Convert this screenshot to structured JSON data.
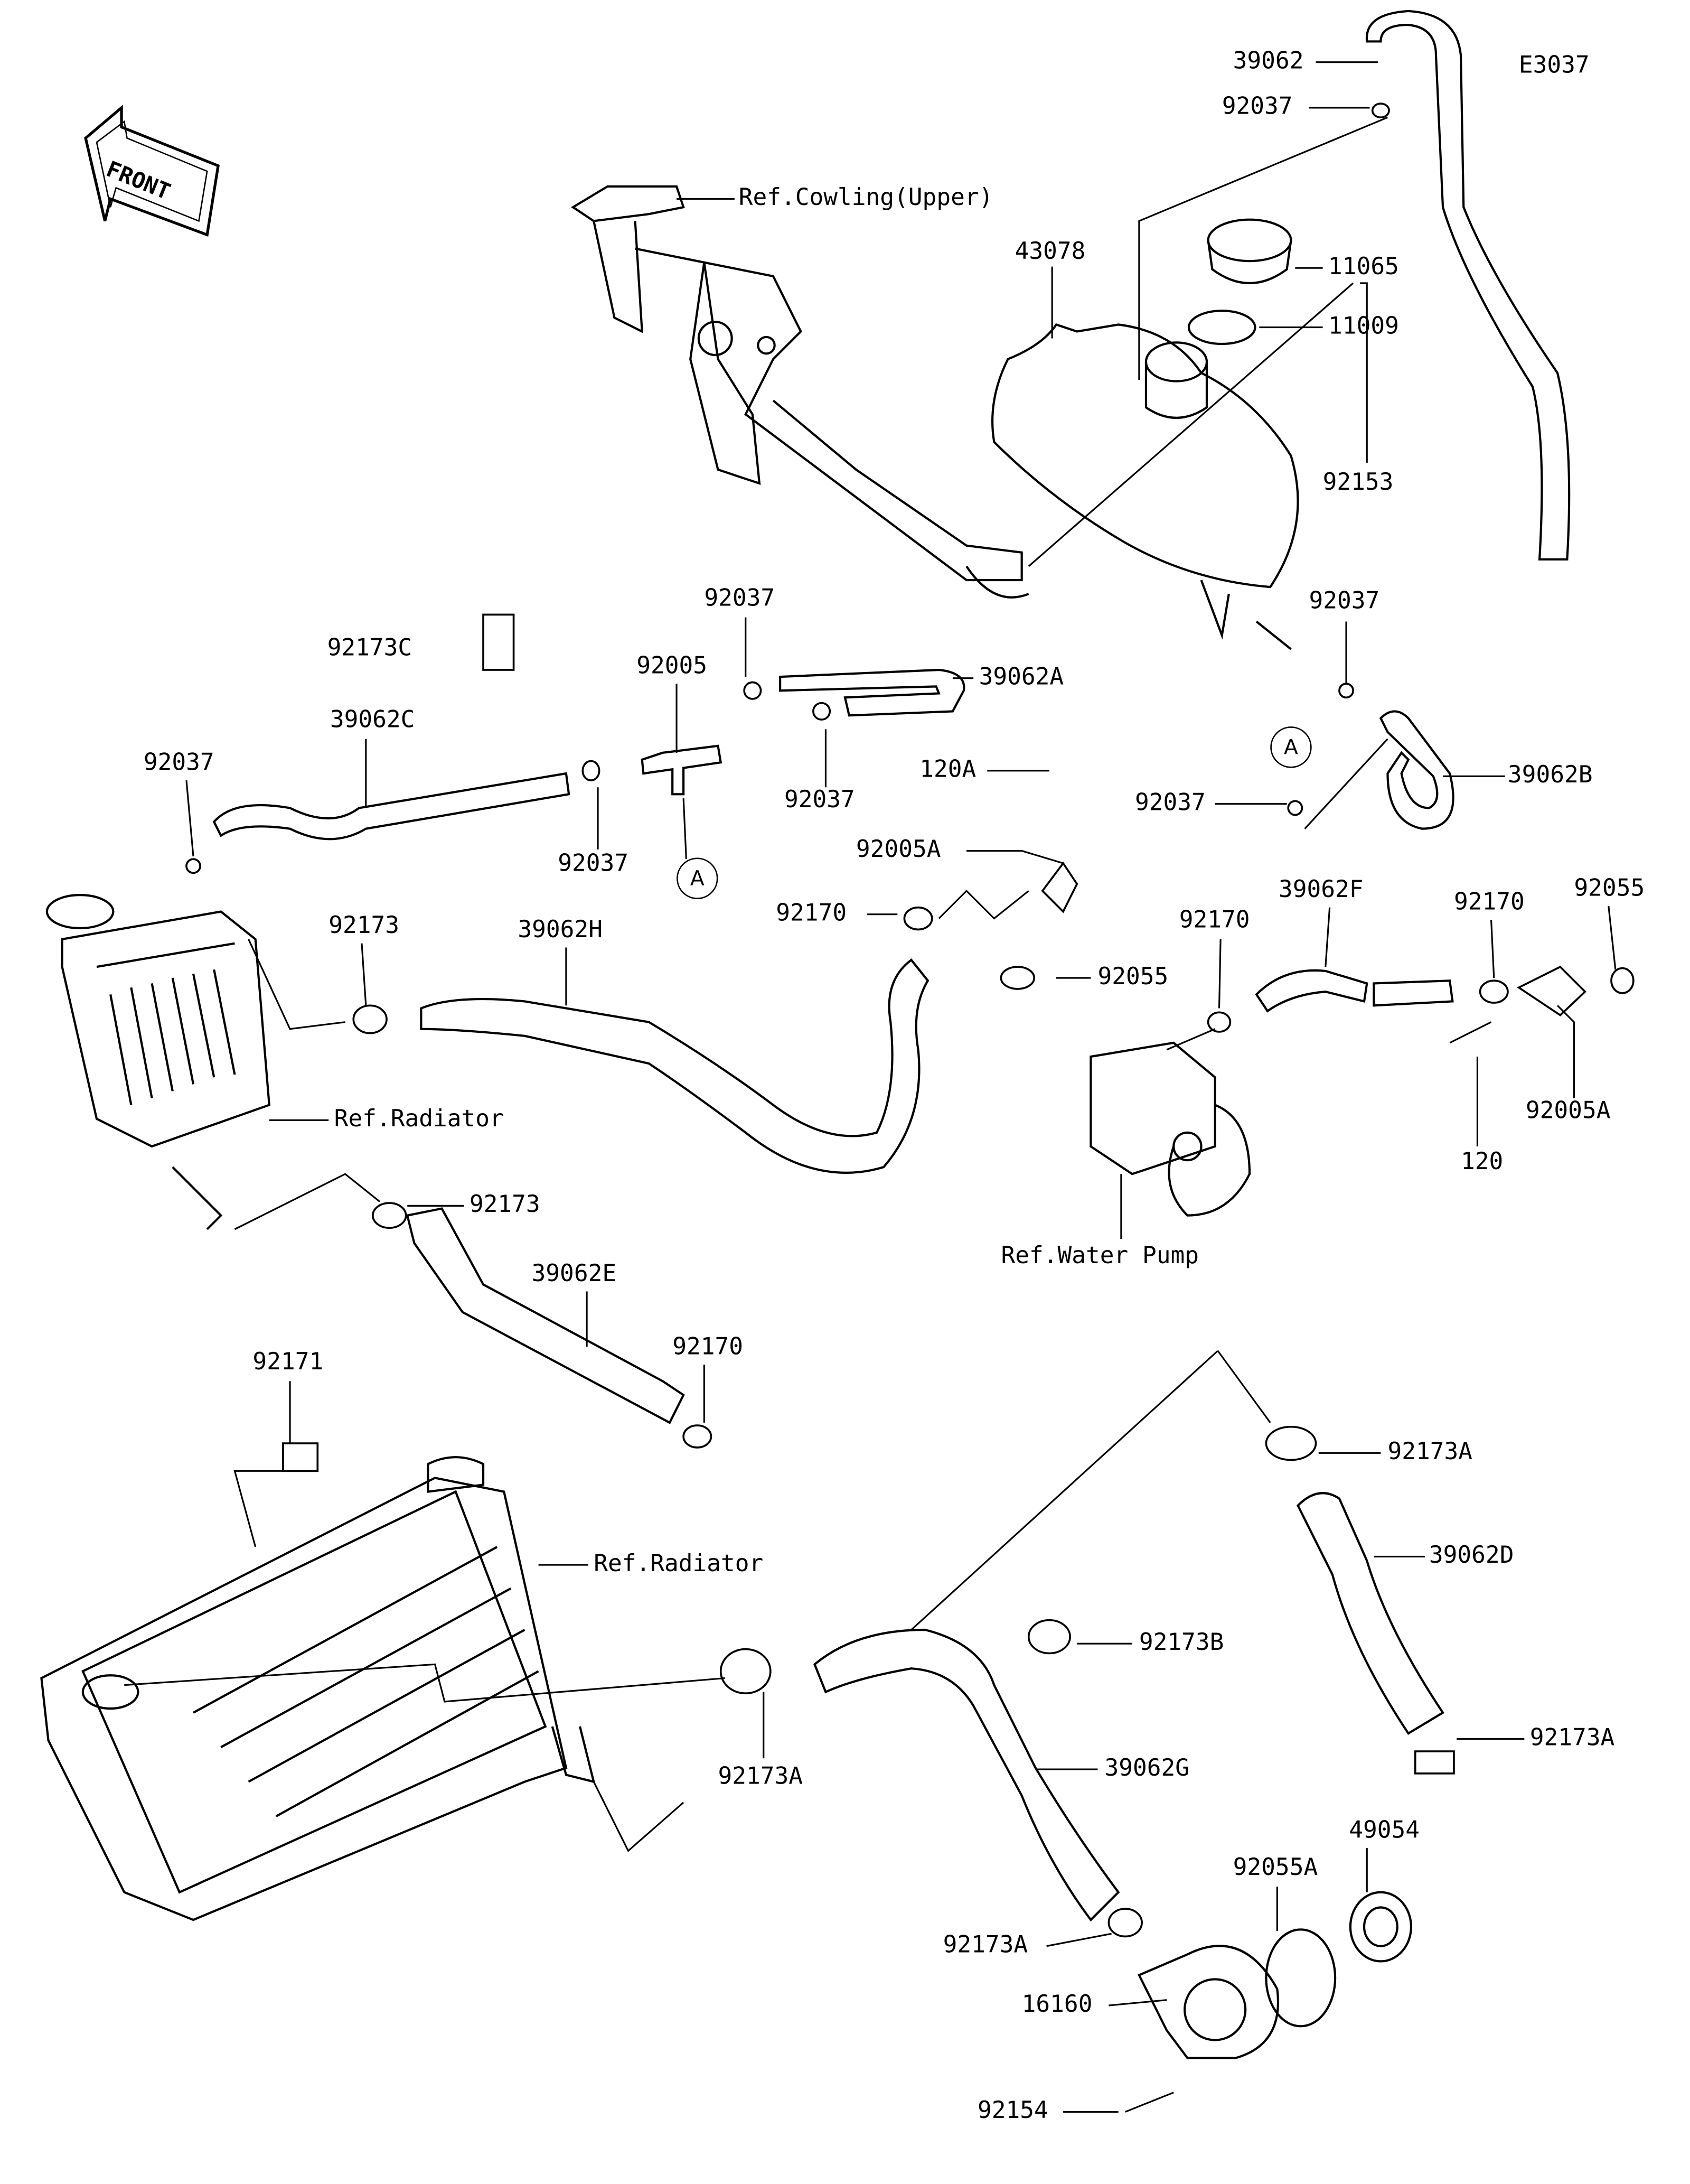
{
  "diagram_code": "E3037",
  "front_arrow": {
    "label": "FRONT"
  },
  "callouts": [
    {
      "id": "c1",
      "text": "39062"
    },
    {
      "id": "c2",
      "text": "92037"
    },
    {
      "id": "c3",
      "text": "Ref.Cowling(Upper)"
    },
    {
      "id": "c4",
      "text": "43078"
    },
    {
      "id": "c5",
      "text": "11065"
    },
    {
      "id": "c6",
      "text": "11009"
    },
    {
      "id": "c7",
      "text": "92153"
    },
    {
      "id": "c8",
      "text": "92037"
    },
    {
      "id": "c9",
      "text": "92037"
    },
    {
      "id": "c10",
      "text": "92173C"
    },
    {
      "id": "c11",
      "text": "92005"
    },
    {
      "id": "c12",
      "text": "39062A"
    },
    {
      "id": "c13",
      "text": "39062C"
    },
    {
      "id": "c14",
      "text": "92037"
    },
    {
      "id": "c15",
      "text": "120A"
    },
    {
      "id": "c16",
      "text": "39062B"
    },
    {
      "id": "c17",
      "text": "92037"
    },
    {
      "id": "c18",
      "text": "92037"
    },
    {
      "id": "c19",
      "text": "92037"
    },
    {
      "id": "c20",
      "text": "92005A"
    },
    {
      "id": "c21",
      "text": "92170"
    },
    {
      "id": "c22",
      "text": "39062F"
    },
    {
      "id": "c23",
      "text": "92170"
    },
    {
      "id": "c24",
      "text": "92055"
    },
    {
      "id": "c25",
      "text": "92173"
    },
    {
      "id": "c26",
      "text": "39062H"
    },
    {
      "id": "c27",
      "text": "92170"
    },
    {
      "id": "c28",
      "text": "92055"
    },
    {
      "id": "c29",
      "text": "Ref.Radiator"
    },
    {
      "id": "c30",
      "text": "92005A"
    },
    {
      "id": "c31",
      "text": "120"
    },
    {
      "id": "c32",
      "text": "92173"
    },
    {
      "id": "c33",
      "text": "Ref.Water Pump"
    },
    {
      "id": "c34",
      "text": "39062E"
    },
    {
      "id": "c35",
      "text": "92170"
    },
    {
      "id": "c36",
      "text": "92171"
    },
    {
      "id": "c37",
      "text": "92173A"
    },
    {
      "id": "c38",
      "text": "39062D"
    },
    {
      "id": "c39",
      "text": "Ref.Radiator"
    },
    {
      "id": "c40",
      "text": "92173B"
    },
    {
      "id": "c41",
      "text": "92173A"
    },
    {
      "id": "c42",
      "text": "39062G"
    },
    {
      "id": "c43",
      "text": "92173A"
    },
    {
      "id": "c44",
      "text": "49054"
    },
    {
      "id": "c45",
      "text": "92055A"
    },
    {
      "id": "c46",
      "text": "92173A"
    },
    {
      "id": "c47",
      "text": "16160"
    },
    {
      "id": "c48",
      "text": "92154"
    }
  ],
  "connection_markers": [
    {
      "text": "A"
    },
    {
      "text": "A"
    }
  ]
}
